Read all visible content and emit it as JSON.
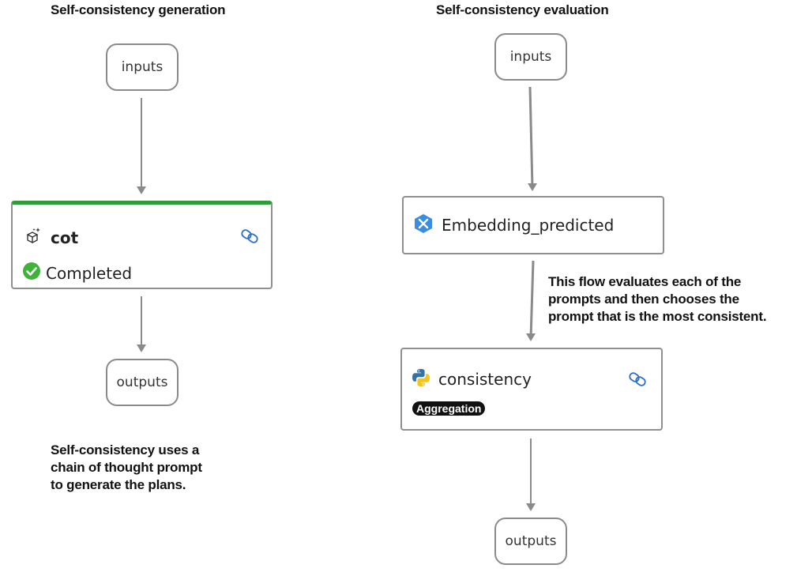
{
  "left_panel": {
    "title": "Self-consistency generation",
    "input_node": "inputs",
    "main_node": {
      "name": "cot",
      "status": "Completed",
      "icon": "llm-prompt-icon",
      "action_icon": "link-icon"
    },
    "output_node": "outputs",
    "annotation": "Self-consistency uses a\nchain of thought prompt\nto generate the plans."
  },
  "right_panel": {
    "title": "Self-consistency evaluation",
    "input_node": "inputs",
    "embed_node": {
      "name": "Embedding_predicted",
      "icon": "tool-icon"
    },
    "consistency_node": {
      "name": "consistency",
      "badge": "Aggregation",
      "icon": "python-icon",
      "action_icon": "link-icon"
    },
    "output_node": "outputs",
    "annotation": "This flow evaluates each of the\nprompts and then chooses the\nprompt that is the most consistent."
  },
  "colors": {
    "completed": "#2f9b3a",
    "link": "#2a6fc9",
    "edge": "#8a8a8a"
  }
}
